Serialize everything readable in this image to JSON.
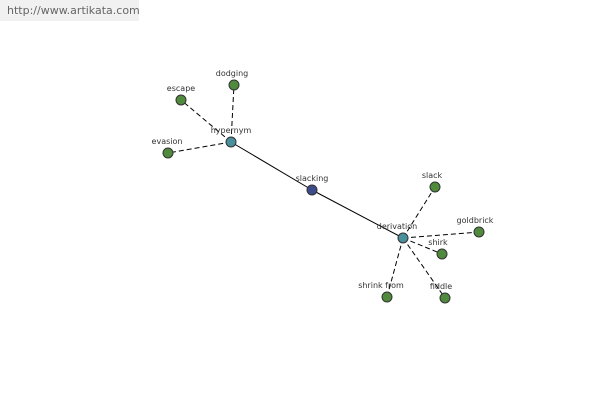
{
  "site_link": "http://www.artikata.com",
  "graph": {
    "nodes": [
      {
        "id": "slacking",
        "label": "slacking",
        "role": "center"
      },
      {
        "id": "hypernym",
        "label": "hypernym",
        "role": "relation"
      },
      {
        "id": "derivation",
        "label": "derivation",
        "role": "relation"
      },
      {
        "id": "escape",
        "label": "escape",
        "role": "term"
      },
      {
        "id": "dodging",
        "label": "dodging",
        "role": "term"
      },
      {
        "id": "evasion",
        "label": "evasion",
        "role": "term"
      },
      {
        "id": "slack",
        "label": "slack",
        "role": "term"
      },
      {
        "id": "goldbrick",
        "label": "goldbrick",
        "role": "term"
      },
      {
        "id": "shirk",
        "label": "shirk",
        "role": "term"
      },
      {
        "id": "shrink-from",
        "label": "shrink from",
        "role": "term"
      },
      {
        "id": "fiddle",
        "label": "fiddle",
        "role": "term"
      }
    ],
    "edges": [
      {
        "from": "hypernym",
        "to": "slacking",
        "style": "solid"
      },
      {
        "from": "slacking",
        "to": "derivation",
        "style": "solid"
      },
      {
        "from": "hypernym",
        "to": "escape",
        "style": "dashed"
      },
      {
        "from": "hypernym",
        "to": "dodging",
        "style": "dashed"
      },
      {
        "from": "hypernym",
        "to": "evasion",
        "style": "dashed"
      },
      {
        "from": "derivation",
        "to": "slack",
        "style": "dashed"
      },
      {
        "from": "derivation",
        "to": "goldbrick",
        "style": "dashed"
      },
      {
        "from": "derivation",
        "to": "shirk",
        "style": "dashed"
      },
      {
        "from": "derivation",
        "to": "shrink-from",
        "style": "dashed"
      },
      {
        "from": "derivation",
        "to": "fiddle",
        "style": "dashed"
      }
    ],
    "colors": {
      "center": "#3d4a8c",
      "relation": "#4a8f9c",
      "term": "#4f8a3d"
    }
  }
}
